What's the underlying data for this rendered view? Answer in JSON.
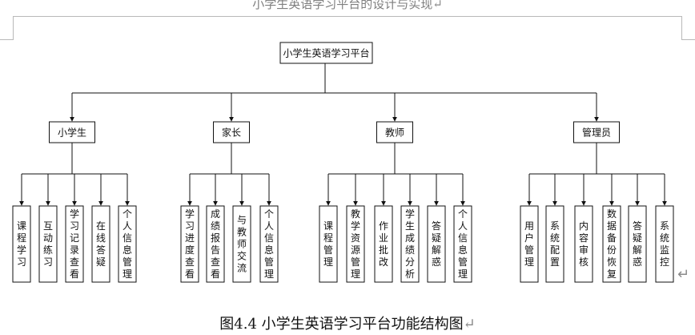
{
  "document": {
    "header_text": "小学生英语学习平台的设计与实现",
    "paragraph_mark": "↵",
    "caption": "图4.4  小学生英语学习平台功能结构图"
  },
  "diagram": {
    "root": "小学生英语学习平台",
    "roles": [
      {
        "label": "小学生",
        "functions": [
          "课程学习",
          "互动练习",
          "学习记录查看",
          "在线答疑",
          "个人信息管理"
        ]
      },
      {
        "label": "家长",
        "functions": [
          "学习进度查看",
          "成绩报告查看",
          "与教师交流",
          "个人信息管理"
        ]
      },
      {
        "label": "教师",
        "functions": [
          "课程管理",
          "教学资源管理",
          "作业批改",
          "学生成绩分析",
          "答疑解惑",
          "个人信息管理"
        ]
      },
      {
        "label": "管理员",
        "functions": [
          "用户管理",
          "系统配置",
          "内容审核",
          "数据备份恢复",
          "答疑解惑",
          "系统监控"
        ]
      }
    ]
  },
  "colors": {
    "line": "#111111",
    "header_text": "#7f7f7f",
    "rule": "#b9b9b9"
  }
}
